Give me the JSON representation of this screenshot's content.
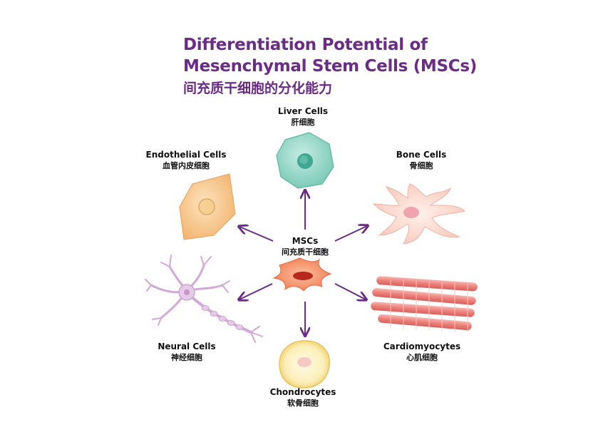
{
  "title": {
    "line1": "Differentiation Potential of",
    "line2": "Mesenchymal Stem Cells (MSCs)",
    "chinese": "间充质干细胞的分化能力"
  },
  "cells": {
    "center": {
      "en": "MSCs",
      "zh": "间充质干细胞"
    },
    "liver": {
      "en": "Liver Cells",
      "zh": "肝细胞"
    },
    "endothelial": {
      "en": "Endothelial Cells",
      "zh": "血管内皮细胞"
    },
    "bone": {
      "en": "Bone Cells",
      "zh": "骨细胞"
    },
    "neural": {
      "en": "Neural Cells",
      "zh": "神经细胞"
    },
    "cardio": {
      "en": "Cardiomyocytes",
      "zh": "心肌细胞"
    },
    "chondro": {
      "en": "Chondrocytes",
      "zh": "软骨细胞"
    }
  },
  "colors": {
    "title": "#6a2c85",
    "arrow": "#6a2c85",
    "liver": "#8fd3c4",
    "endothelial": "#f7c78f",
    "bone": "#fad6cc",
    "neural": "#d9b8dc",
    "cardio": "#ef8a86",
    "chondro": "#f6e08e",
    "msc": "#f3875c"
  }
}
